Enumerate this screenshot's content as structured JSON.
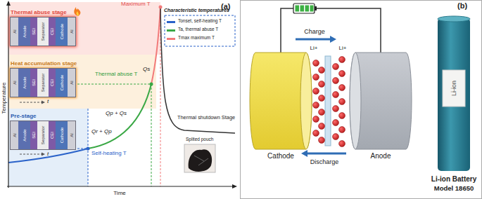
{
  "diagram": {
    "nodes": [
      {
        "text": [
          "Thermal abuse stage"
        ]
      },
      {
        "text": [
          "Al"
        ],
        "in": 0
      },
      {
        "text": [
          "Anode"
        ],
        "in": 0
      },
      {
        "text": [
          "SEI"
        ],
        "in": 0
      },
      {
        "text": [
          "Separator"
        ],
        "in": 0
      },
      {
        "text": [
          "CEI"
        ],
        "in": 0
      },
      {
        "text": [
          "Cathode"
        ],
        "in": 0
      },
      {
        "text": [
          "Al"
        ],
        "in": 0
      },
      {
        "text": [
          "Heat accumulation stage"
        ]
      },
      {
        "text": [
          "Al"
        ],
        "in": 8
      },
      {
        "text": [
          "Anode"
        ],
        "in": 8
      },
      {
        "text": [
          "SEI"
        ],
        "in": 8
      },
      {
        "text": [
          "Separator"
        ],
        "in": 8
      },
      {
        "text": [
          "CEI"
        ],
        "in": 8
      },
      {
        "text": [
          "Cathode"
        ],
        "in": 8
      },
      {
        "text": [
          "Al"
        ],
        "in": 8
      },
      {
        "text": [
          "Pre-stage"
        ]
      },
      {
        "text": [
          "Al"
        ],
        "in": 16
      },
      {
        "text": [
          "Anode"
        ],
        "in": 16
      },
      {
        "text": [
          "SEI"
        ],
        "in": 16
      },
      {
        "text": [
          "Separator"
        ],
        "in": 16
      },
      {
        "text": [
          "CEI"
        ],
        "in": 16
      },
      {
        "text": [
          "Cathode"
        ],
        "in": 16
      },
      {
        "text": [
          "Al"
        ],
        "in": 16
      },
      {
        "text": [
          "Cathode"
        ]
      },
      {
        "text": [
          "Anode"
        ]
      },
      {
        "text": [
          "Li-ion"
        ]
      }
    ],
    "edges": [
      {
        "from": 24,
        "to": 25,
        "arrow": "none"
      }
    ],
    "labels": [
      "(a)",
      "Maximum T",
      "Thermal abuse T",
      "Self-heating T",
      "Qr + Qp",
      "Qp + Qs",
      "Qs",
      "Thermal shutdown Stage",
      "Splited pouch",
      "Characteristic temperatures",
      "Temperature",
      "Time",
      "t",
      "t",
      "(b)",
      "Charge",
      "Discharge",
      "Li+",
      "Li+",
      "Li-ion Battery",
      "Model 18650"
    ],
    "legend": [
      {
        "text": "Tonset, self-heating T",
        "color": "#2a62c9"
      },
      {
        "text": "Ta, thermal abuse T",
        "color": "#3aa845"
      },
      {
        "text": "Tmax maximum T",
        "color": "#f27a7a"
      }
    ]
  }
}
